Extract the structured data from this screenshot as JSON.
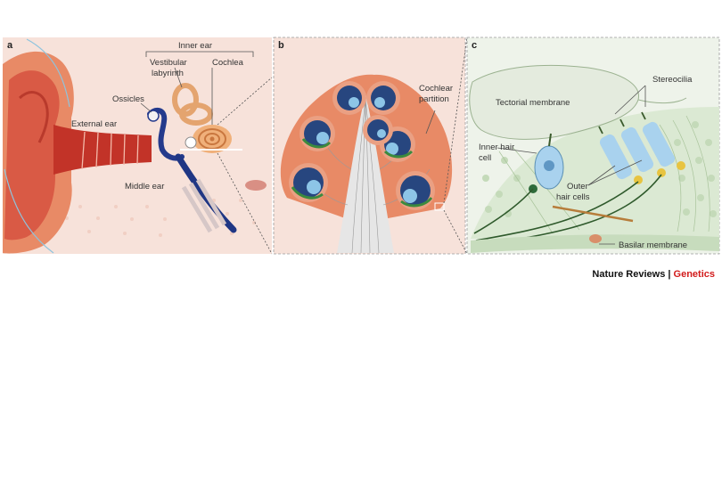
{
  "panels": {
    "a": {
      "letter": "a",
      "labels": {
        "inner_ear": "Inner ear",
        "vestibular_line1": "Vestibular",
        "vestibular_line2": "labyrinth",
        "cochlea": "Cochlea",
        "ossicles": "Ossicles",
        "external_ear": "External ear",
        "middle_ear": "Middle ear"
      }
    },
    "b": {
      "letter": "b",
      "labels": {
        "partition_line1": "Cochlear",
        "partition_line2": "partition"
      }
    },
    "c": {
      "letter": "c",
      "labels": {
        "tectorial": "Tectorial membrane",
        "stereocilia": "Stereocilia",
        "inner_hair_line1": "Inner hair",
        "inner_hair_line2": "cell",
        "outer_hair_line1": "Outer",
        "outer_hair_line2": "hair cells",
        "basilar": "Basilar membrane"
      }
    }
  },
  "credit": {
    "journal": "Nature Reviews",
    "separator": "|",
    "section": "Genetics"
  },
  "colors": {
    "panel_bg": "#f7e2da",
    "panel_c_bg": "#eef3ea",
    "accent": "#d21b1b"
  }
}
